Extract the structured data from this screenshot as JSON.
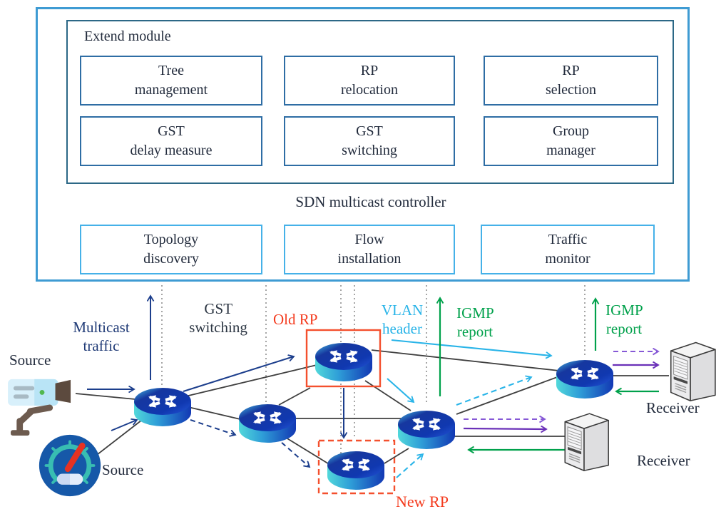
{
  "controller": {
    "extend_label": "Extend module",
    "title": "SDN multicast controller",
    "extend_modules": [
      {
        "line1": "Tree",
        "line2": "management"
      },
      {
        "line1": "RP",
        "line2": "relocation"
      },
      {
        "line1": "RP",
        "line2": "selection"
      },
      {
        "line1": "GST",
        "line2": "delay measure"
      },
      {
        "line1": "GST",
        "line2": "switching"
      },
      {
        "line1": "Group",
        "line2": "manager"
      }
    ],
    "core_modules": [
      {
        "line1": "Topology",
        "line2": "discovery"
      },
      {
        "line1": "Flow",
        "line2": "installation"
      },
      {
        "line1": "Traffic",
        "line2": "monitor"
      }
    ]
  },
  "network": {
    "sources": {
      "top_label": "Source",
      "bottom_label": "Source"
    },
    "receivers": {
      "top_label": "Receiver",
      "bottom_label": "Receiver"
    },
    "annotations": {
      "multicast_traffic": {
        "line1": "Multicast",
        "line2": "traffic",
        "color": "#1f3a76"
      },
      "gst_switching": {
        "line1": "GST",
        "line2": "switching",
        "color": "#2b3542"
      },
      "old_rp": {
        "label": "Old RP",
        "color": "#f43b1e"
      },
      "new_rp": {
        "label": "New RP",
        "color": "#f43b1e"
      },
      "vlan_header": {
        "line1": "VLAN",
        "line2": "header",
        "color": "#29b4e8"
      },
      "igmp_report_left": {
        "line1": "IGMP",
        "line2": "report",
        "color": "#00a14b"
      },
      "igmp_report_right": {
        "line1": "IGMP",
        "line2": "report",
        "color": "#00a14b"
      }
    },
    "legend_colors": {
      "multicast_traffic_arrow": "#1c3e8c",
      "vlan_header_arrow": "#29b4e8",
      "igmp_report_arrow": "#00a14b",
      "receiver_flow_arrow": "#6a30b8",
      "topology_link": "#3f3f3f",
      "rp_highlight": "#f4502e",
      "controller_border": "#3e9bd3",
      "module_border": "#2e6da4",
      "core_module_border": "#45b1e8"
    }
  }
}
